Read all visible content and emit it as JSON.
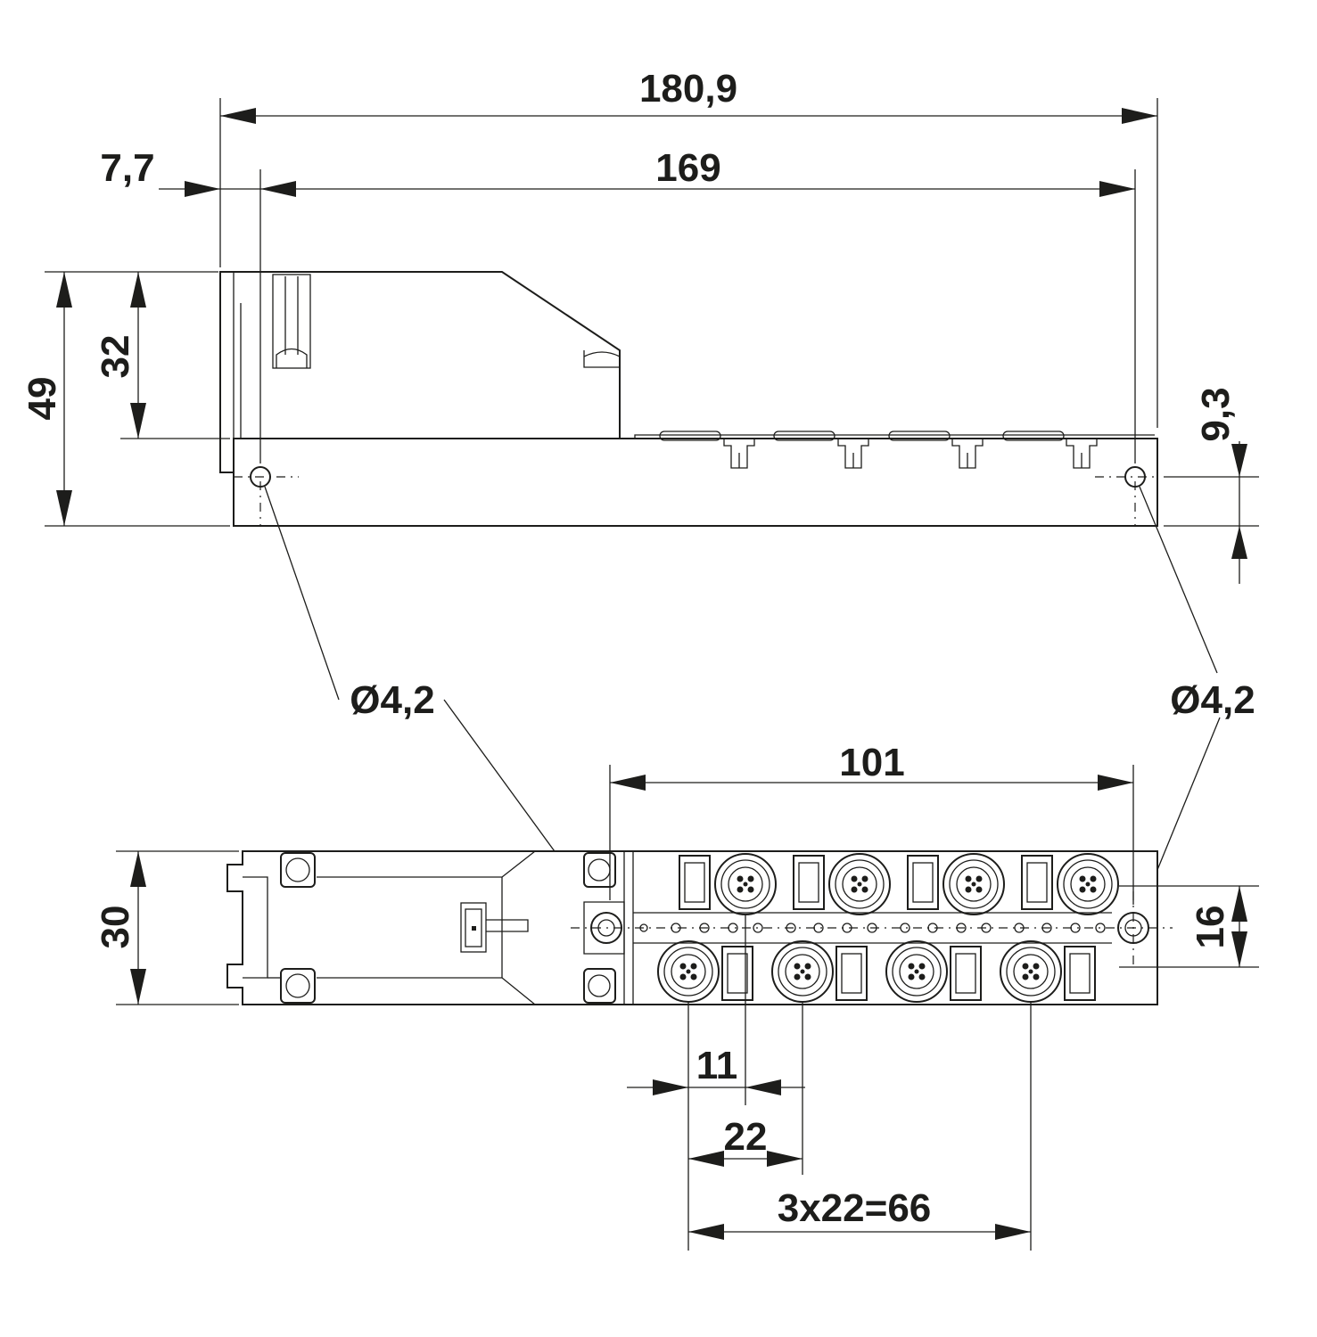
{
  "dimensions": {
    "overall_length": "180,9",
    "hole_pitch": "169",
    "left_offset": "7,7",
    "total_height": "49",
    "upper_height": "32",
    "hole_height": "9,3",
    "hole_diameter_left": "Ø4,2",
    "hole_diameter_right": "Ø4,2",
    "connector_span": "101",
    "base_width": "30",
    "row_spacing": "16",
    "offset_11": "11",
    "pitch_22": "22",
    "pitch_total": "3x22=66"
  },
  "colors": {
    "line": "#1d1d1b",
    "background": "#ffffff"
  }
}
